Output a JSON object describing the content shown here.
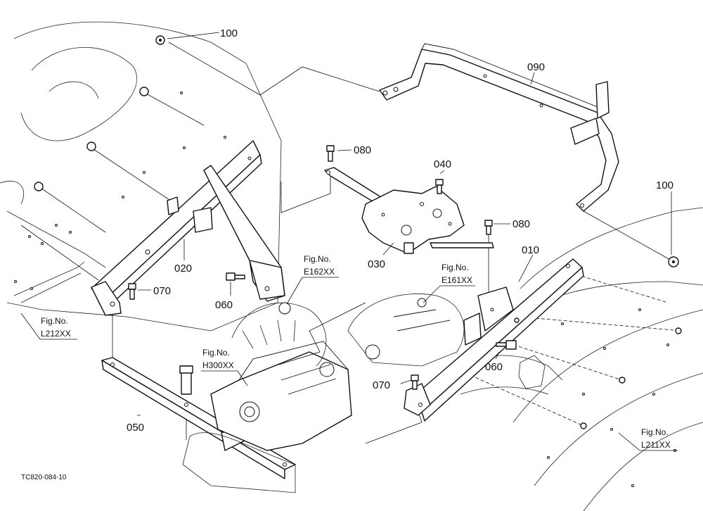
{
  "drawing_code": "TC820-084-10",
  "parts": {
    "p010": "010",
    "p020": "020",
    "p030": "030",
    "p040": "040",
    "p050": "050",
    "p060a": "060",
    "p060b": "060",
    "p070a": "070",
    "p070b": "070",
    "p080a": "080",
    "p080b": "080",
    "p090": "090",
    "p100a": "100",
    "p100b": "100"
  },
  "fig_refs": {
    "l212": {
      "line1": "Fig.No.",
      "line2": "L212XX"
    },
    "e162": {
      "line1": "Fig.No.",
      "line2": "E162XX"
    },
    "e161": {
      "line1": "Fig.No.",
      "line2": "E161XX"
    },
    "h300": {
      "line1": "Fig.No.",
      "line2": "H300XX"
    },
    "l211": {
      "line1": "Fig.No.",
      "line2": "L211XX"
    }
  }
}
